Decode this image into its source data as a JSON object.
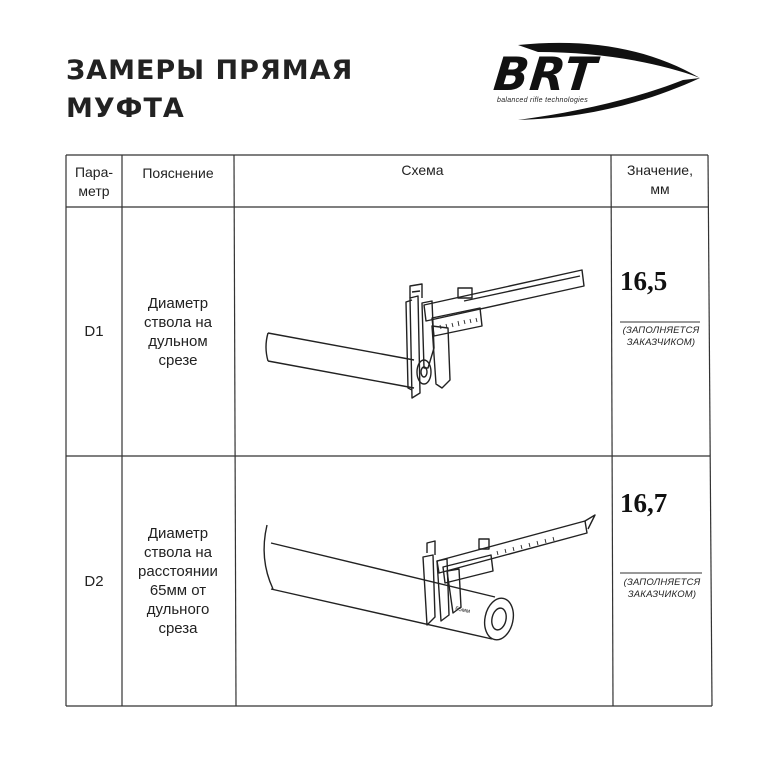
{
  "title": {
    "line1": "ЗАМЕРЫ ПРЯМАЯ",
    "line2": "МУФТА"
  },
  "logo": {
    "text": "BRT",
    "subtitle": "balanced rifle technologies"
  },
  "table": {
    "headers": {
      "param": [
        "Пара-",
        "метр"
      ],
      "explanation": "Пояснение",
      "scheme": "Схема",
      "value": [
        "Значение,",
        "мм"
      ]
    },
    "rows": [
      {
        "param": "D1",
        "explanation": [
          "Диаметр",
          "ствола на",
          "дульном",
          "срезе"
        ],
        "value": "16,5",
        "note": [
          "(ЗАПОЛНЯЕТСЯ",
          "ЗАКАЗЧИКОМ)"
        ]
      },
      {
        "param": "D2",
        "explanation": [
          "Диаметр",
          "ствола на",
          "расстоянии",
          "65мм от",
          "дульного",
          "среза"
        ],
        "value": "16,7",
        "note": [
          "(ЗАПОЛНЯЕТСЯ",
          "ЗАКАЗЧИКОМ)"
        ],
        "scheme_label": "65мм"
      }
    ]
  },
  "colors": {
    "ink": "#1a1a1a",
    "background": "#ffffff"
  }
}
